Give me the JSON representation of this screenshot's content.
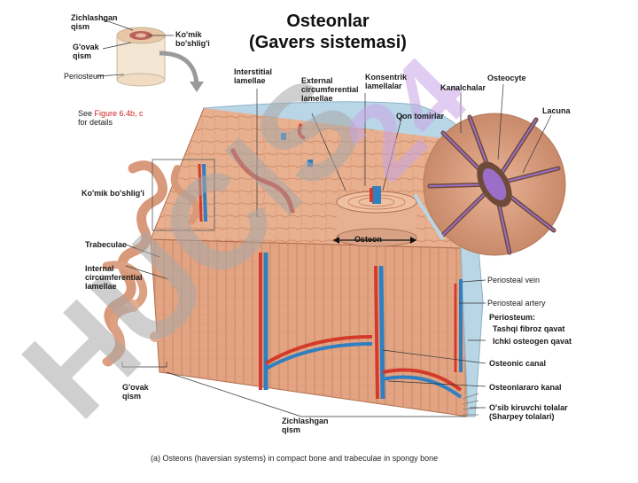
{
  "title": {
    "line1": "Osteonlar",
    "line2": "(Gavers sistemasi)"
  },
  "inset": {
    "zich": "Zichlashgan\nqism",
    "gavak": "G'ovak\nqism",
    "periost": "Periosteum",
    "kesik": "Ko'mik\nbo'shlig'i"
  },
  "labels": {
    "see_fig_prefix": "See ",
    "see_fig_link": "Figure 6.4b, c",
    "see_fig_suffix": "\nfor details",
    "komik_left": "Ko'mik bo'shlig'i",
    "trabeculae": "Trabeculae",
    "internal": "Internal\ncircumferential\nlamellae",
    "govak_bottom": "G'ovak\nqism",
    "zich_bottom": "Zichlashgan\nqism",
    "interstitial": "Interstitial\nlamellae",
    "external": "External\ncircumferential\nlamellae",
    "konsentrik": "Konsentrik\nlamellalar",
    "qon": "Qon tomirlar",
    "osteon": "Osteon",
    "kanalchalar": "Kanalchalar",
    "osteocyte": "Osteocyte",
    "lacuna": "Lacuna",
    "periosteal_vein": "Periosteal vein",
    "periosteal_artery": "Periosteal artery",
    "periosteum": "Periosteum:",
    "tashqi": "Tashqi fibroz qavat",
    "ichki": "Ichki osteogen qavat",
    "osteonic_canal": "Osteonic canal",
    "osteonlararo": "Osteonlararo kanal",
    "osib": "O'sib kiruvchi tolalar\n(Sharpey tolalari)"
  },
  "watermark": {
    "text": "HUCIS 24"
  },
  "caption": "(a) Osteons (haversian systems) in compact bone and trabeculae in spongy bone",
  "colors": {
    "bone": "#e8b08f",
    "bone_dark": "#c98563",
    "artery": "#d43a2a",
    "vein": "#2f7fc1",
    "periosteum": "#b9d6e6",
    "watermark_purple": "#c8a6e6",
    "watermark_gray": "#a8a8a8",
    "text": "#1a1a1a",
    "link_red": "#d21f1f"
  }
}
